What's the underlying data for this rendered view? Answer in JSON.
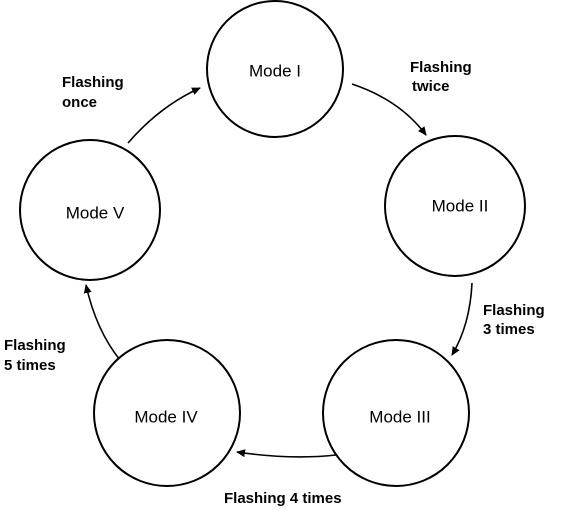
{
  "nodes": [
    {
      "id": "mode-1",
      "label": "Mode I"
    },
    {
      "id": "mode-2",
      "label": "Mode II"
    },
    {
      "id": "mode-3",
      "label": "Mode III"
    },
    {
      "id": "mode-4",
      "label": "Mode IV"
    },
    {
      "id": "mode-5",
      "label": "Mode V"
    }
  ],
  "edges": [
    {
      "from": "mode-1",
      "to": "mode-2",
      "label_lines": [
        "Flashing",
        "twice"
      ]
    },
    {
      "from": "mode-2",
      "to": "mode-3",
      "label_lines": [
        "Flashing",
        "3 times"
      ]
    },
    {
      "from": "mode-3",
      "to": "mode-4",
      "label_lines": [
        "Flashing 4 times"
      ]
    },
    {
      "from": "mode-4",
      "to": "mode-5",
      "label_lines": [
        "Flashing",
        "5 times"
      ]
    },
    {
      "from": "mode-5",
      "to": "mode-1",
      "label_lines": [
        "Flashing",
        "once"
      ]
    }
  ],
  "colors": {
    "stroke": "#000000",
    "fill": "#ffffff"
  }
}
